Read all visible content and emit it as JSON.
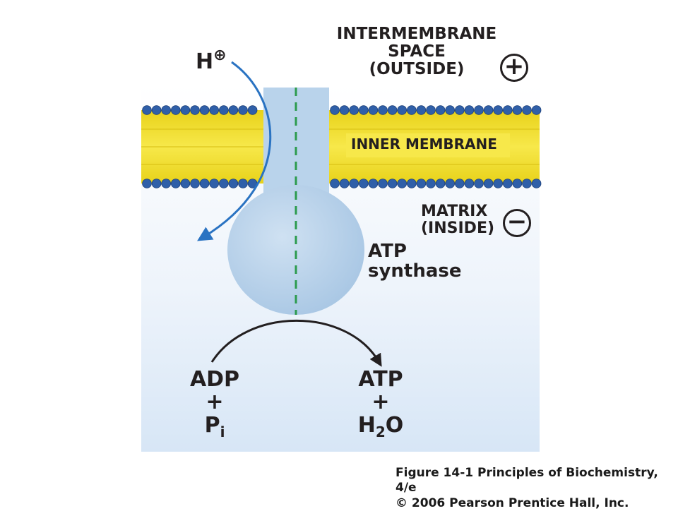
{
  "labels": {
    "proton_base": "H",
    "proton_charge": "⊕",
    "intermembrane_line1": "INTERMEMBRANE",
    "intermembrane_line2": "SPACE",
    "intermembrane_line3": "(OUTSIDE)",
    "outside_sign": "+",
    "inner_membrane": "INNER MEMBRANE",
    "matrix_line1": "MATRIX",
    "matrix_line2": "(INSIDE)",
    "inside_sign": "−",
    "enzyme_line1": "ATP",
    "enzyme_line2": "synthase",
    "reactant_main": "ADP",
    "reactant_plus": "+",
    "reactant_pi_base": "P",
    "reactant_pi_sub": "i",
    "product_main": "ATP",
    "product_plus": "+",
    "product_water_base": "H",
    "product_water_sub": "2",
    "product_water_tail": "O"
  },
  "caption": {
    "line1": "Figure 14-1  Principles of Biochemistry, 4/e",
    "line2": "© 2006 Pearson Prentice Hall, Inc."
  },
  "colors": {
    "membrane_core": "#f2e23a",
    "lipid_head": "#2f5fa8",
    "matrix_bg": "#dce9f7",
    "synthase": "#b3cfe9",
    "channel_dash": "#2c9b4e",
    "proton_arrow": "#2a73c2",
    "reaction_arrow": "#231f20"
  }
}
